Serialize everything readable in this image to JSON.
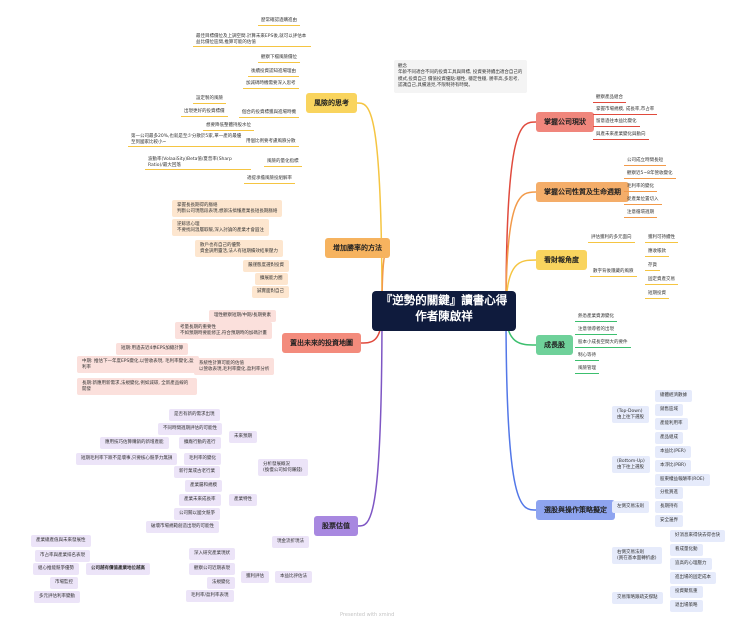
{
  "center": {
    "line1": "『逆勢的關鍵』讀書心得",
    "line2": "作者陳啟祥"
  },
  "note": {
    "title": "觀念",
    "text": "年齡不同適合不同的投資工具與目標, 投資要持續出適合自己的模式,投資自己 價值投資優點:穩性, 穩定性穩, 勝率高,多思考, 認識自己,具備遠見,不限制持有時間。"
  },
  "footer": {
    "text": "Presented with xmind"
  },
  "colors": {
    "center": "#0f1b3d",
    "red": "#e04a3d",
    "orange": "#f29a4a",
    "yellow": "#f5c542",
    "green": "#3cbf6e",
    "blue": "#5277e8",
    "purple": "#7e56c4"
  },
  "branches": {
    "risk": {
      "label": "風險的思考"
    },
    "rate": {
      "label": "增加勝率的方法"
    },
    "future": {
      "label": "置出未來的投資地圖"
    },
    "stock": {
      "label": "股票估值"
    },
    "status": {
      "label": "掌握公司現狀"
    },
    "lifecycle": {
      "label": "掌握公司性質及生命週期"
    },
    "bull": {
      "label": "看財報角度"
    },
    "growth": {
      "label": "成長股"
    },
    "pick": {
      "label": "選股與操作策略擬定"
    }
  },
  "risk_items": {
    "r1": "歷常確認過購進由",
    "r2": "最佳目標價位及上調空間.計算未來EPS後,就可以評估本益比價位區間,推算可能的估值",
    "r3": "觀察下檔風險價位",
    "r4": "後續投資認知進場理由",
    "r5": "加減碼時機需要深入思考",
    "r6": "設定製的風險",
    "r7": "出現更好的投資標價",
    "r8": "想要降低整體持股水位",
    "r9": "個合的投資標獲與進場時機",
    "r10": "第一公司最多20%,也就是至少分散於5家,單一產的最優至到國家比較小~",
    "r11": "用個比例要考慮風險分散",
    "r12": "波動率(VolaaiSity)Beta值/夏普率(Sharp Ratio)/最大回落",
    "r13": "風險的量化指標",
    "r14": "適提承擔風險投組解率"
  },
  "rate_items": {
    "a1": "掌握長長期得的脈絡",
    "a2": "判斷公司現階段表現,想辦法搞懂產業長短長期脈絡",
    "a3": "逆餘思心理",
    "a4": "不要找同溫層取暖,深入討論的產業才會圓注",
    "a5": "散戶也有自己的優勢",
    "a6": "資金調用靈活,法人有短期績效結果壓力",
    "a7": "嚴謹態度選對投資",
    "a8": "擴展能力圈",
    "a9": "誠實面對自己"
  },
  "future_items": {
    "f1": "理性觀察短期/中期/長期要素",
    "f2": "考量長期的重要性",
    "f3": "不如預期時要能修正,符合預期時的加碼計畫",
    "f4": "短期:用過去近4季EPS加總計算",
    "f5": "中期: 推估下一年度EPS變化,以營收表現, 毛利率變化,盈利率",
    "f6": "長期:新應用新需求,法規變化,例如減碳, 全新產品線的開發",
    "f7": "系統性計算可能的估值",
    "f8": "以營收表現,毛利率變化,盈利率分析"
  },
  "stock_items": {
    "s1": "是否有新的需求出現",
    "s2": "不同時間週期評估的可能性",
    "s3": "應用技巧估算購銷的新增產能",
    "s4": "擴廠行動的進行",
    "s5": "短期毛利率下跌不是壞事,只要核心競爭力無損",
    "s6": "毛利率的變化",
    "s7": "未來預期",
    "s8": "新行業或古老行業",
    "s9": "產業屬和規模",
    "s10": "產業未來成長率",
    "s11": "公司關以國文競爭",
    "s12": "破壞市場規範創造出現的可能性",
    "s13": "產業特性",
    "s14": "分析發展概況",
    "s15": "(換慢公司如何賺錢)",
    "s16": "現金流折現法",
    "s17": "深入研究產業現狀",
    "s18": "觀察公司近期表現",
    "s19": "法規變化",
    "s20": "毛利率/盈利率表現",
    "s21": "獲利評估",
    "s22": "本益比評估法",
    "s23": "產業總產值與未來發展性",
    "s24": "市占率與產業排名表現",
    "s25": "組心推能競爭優勢",
    "s26": "市場監控",
    "s27": "多元評估利率變動",
    "s28": "公司越有價值產業地位越高"
  },
  "status_items": {
    "t1": "觀察產品組合",
    "t2": "掌握市場規模, 成長率,市占率",
    "t3": "留意過往本益比變化",
    "t4": "與產未來產業變化與動向"
  },
  "life_items": {
    "l1": "公司成立時間長短",
    "l2": "觀察近5~8年營收變化",
    "l3": "毛利率的變化",
    "l4": "從產業位置切入",
    "l5": "注意循環週期"
  },
  "bull_items": {
    "b1": "評估獲利的多元面向",
    "b2": "獲利可持續性",
    "b3": "數字背後隱藏的風險",
    "b4": "應收帳款",
    "b5": "存貨",
    "b6": "固定資產交易",
    "b7": "短期投資"
  },
  "growth_items": {
    "g1": "熱悉產業資源變化",
    "g2": "注意領導者的出現",
    "g3": "股本小成長空間大的要件",
    "g4": "制心等待",
    "g5": "風險管理"
  },
  "pick_items": {
    "p1": "(Top-Down)",
    "p2": "由上往下選股",
    "p3": "總體經濟數據",
    "p4": "銷售區域",
    "p5": "產能利用率",
    "p6": "產品組成",
    "p7": "(Bottom-Up)",
    "p8": "由下往上選股",
    "p9": "本益比(PER)",
    "p10": "本淨比(PBR)",
    "p11": "股東權益報酬率(ROE)",
    "p12": "左側交易法則",
    "p13": "分批買進",
    "p14": "長期持有",
    "p15": "安全邊界",
    "p16": "右側交易法則",
    "p17": "(買在基本面轉折處)",
    "p18": "好消息來得快去得也快",
    "p19": "看成量化動",
    "p20": "追高的心理壓力",
    "p21": "進出場的固定成本",
    "p22": "交易策略跟疏支撐點",
    "p23": "投資聚焦重",
    "p24": "退出場策略"
  }
}
